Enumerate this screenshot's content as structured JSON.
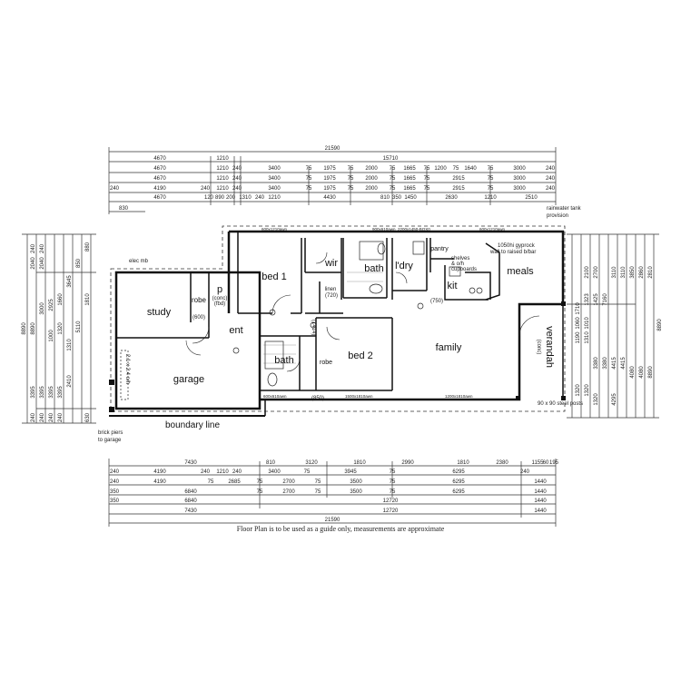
{
  "rooms": {
    "bed1": "bed 1",
    "wir": "wir",
    "bath_main": "bath",
    "lndry": "l'dry",
    "pantry": "pantry",
    "kit": "kit",
    "meals": "meals",
    "study": "study",
    "robe_study": "robe",
    "p": "p",
    "p_sub": "(conc)",
    "p_sub2": "(fbd)",
    "ent": "ent",
    "linen": "linen",
    "bed2": "bed 2",
    "robe_bed2": "robe",
    "bath2": "bath",
    "family": "family",
    "garage": "garage",
    "verandah": "verandah",
    "verandah_sub": "(conc)"
  },
  "notes": {
    "rainwater_1": "rainwater tank",
    "rainwater_2": "provision",
    "elec_mb": "elec mb",
    "gyprock_1": "1050hi gyprock",
    "gyprock_2": "wall to raised b/bar",
    "cupboards_1": "shelves",
    "cupboards_2": "& o/h",
    "cupboards_3": "cupboards",
    "steel_posts": "90 x 90 steel posts",
    "boundary": "boundary line",
    "brick_piers_1": "brick piers",
    "brick_piers_2": "to garage",
    "door_garage": "2.1 x 2.4 o/h",
    "w750": "(750)",
    "w600": "(600)",
    "w1414": "(1414)",
    "w720": "(720)",
    "w850": "(850)",
    "win_bed1": "600x1210awn",
    "win_bath": "900x610awn",
    "win_kit": "2200x1450-BOX0",
    "win_meals": "600x1210awn",
    "win_family": "1200x1810awn",
    "win_bed2": "1500x1810awn",
    "win_bath2": "600x610awn"
  },
  "top_dims": {
    "overall": "21590",
    "row1": [
      "4670",
      "1210",
      "15710"
    ],
    "row2": [
      "4670",
      "1210",
      "240",
      "3400",
      "75",
      "1975",
      "75",
      "2000",
      "75",
      "1665",
      "75",
      "1200",
      "75",
      "1640",
      "75",
      "3000",
      "240"
    ],
    "row3": [
      "4670",
      "1210",
      "240",
      "3400",
      "75",
      "1975",
      "75",
      "2000",
      "75",
      "1665",
      "75",
      "2915",
      "75",
      "3000",
      "240"
    ],
    "row4": [
      "240",
      "4190",
      "240",
      "1210",
      "240",
      "3400",
      "75",
      "1975",
      "75",
      "2000",
      "75",
      "1665",
      "75",
      "2915",
      "75",
      "3000",
      "240"
    ],
    "row5": [
      "4670",
      "120",
      "890",
      "200",
      "1310",
      "240",
      "1210",
      "4430",
      "810",
      "350",
      "1450",
      "2630",
      "1210",
      "2510"
    ],
    "extra": "830"
  },
  "bottom_dims": {
    "row1": [
      "7430",
      "810",
      "3120",
      "1810",
      "2990",
      "1810",
      "2380",
      "1155",
      "60",
      "195"
    ],
    "row2": [
      "240",
      "4190",
      "240",
      "1210",
      "240",
      "3400",
      "75",
      "3945",
      "75",
      "6295",
      "240"
    ],
    "row3": [
      "240",
      "4190",
      "75",
      "2685",
      "75",
      "2700",
      "75",
      "3500",
      "75",
      "6295",
      "1440"
    ],
    "row4": [
      "350",
      "6840",
      "75",
      "2700",
      "75",
      "3500",
      "75",
      "6295",
      "1440"
    ],
    "row5": [
      "350",
      "6840",
      "12720",
      "1440"
    ],
    "row6": [
      "7430",
      "12720",
      "1440"
    ],
    "overall": "21590"
  },
  "left_dims": {
    "overall": "8890",
    "cols": [
      "240",
      "2040",
      "8890",
      "3395",
      "240",
      "240",
      "2040",
      "3395",
      "240",
      "3395",
      "240",
      "1000",
      "2925",
      "1320",
      "3395",
      "240",
      "3000",
      "1660",
      "3645",
      "850",
      "880",
      "2410",
      "1310",
      "5110",
      "1810",
      "630"
    ]
  },
  "right_dims": {
    "overall": "8890",
    "cols": [
      "2810",
      "2860",
      "3850",
      "1710",
      "1060",
      "1010",
      "1190",
      "1310",
      "1320",
      "3380",
      "3380",
      "4415",
      "4415",
      "4080",
      "4080",
      "3110",
      "3110",
      "7160",
      "2700",
      "2100",
      "1425",
      "1323",
      "1320",
      "1320",
      "8890",
      "4295"
    ]
  },
  "caption": "Floor Plan is to be used as a guide only, measurements are approximate"
}
